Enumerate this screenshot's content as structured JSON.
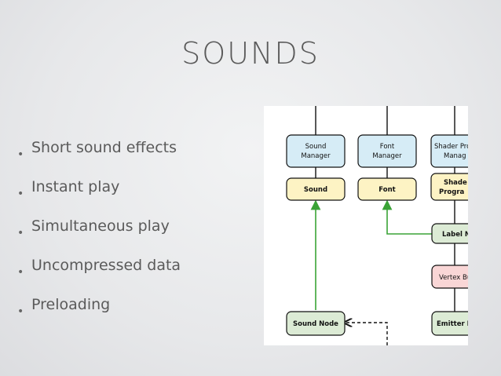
{
  "slide": {
    "title": "SOUNDS",
    "bullets": [
      "Short sound effects",
      "Instant play",
      "Simultaneous play",
      "Uncompressed data",
      "Preloading"
    ]
  },
  "diagram": {
    "nodes": {
      "sound_manager": {
        "line1": "Sound",
        "line2": "Manager"
      },
      "font_manager": {
        "line1": "Font",
        "line2": "Manager"
      },
      "shader_program_manager": {
        "line1": "Shader Pro",
        "line2": "Manag"
      },
      "sound": "Sound",
      "font": "Font",
      "shader_program": {
        "line1": "Shade",
        "line2": "Progra"
      },
      "label_node": "Label No",
      "vertex_buffer": "Vertex Bu",
      "sound_node": "Sound Node",
      "emitter_node": "Emitter N"
    },
    "colors": {
      "manager_fill": "#d6ecf6",
      "resource_fill": "#fdf3c4",
      "node_fill": "#dcebd5",
      "vertex_fill": "#f9d6d6",
      "green_arrow": "#3aa336"
    }
  }
}
